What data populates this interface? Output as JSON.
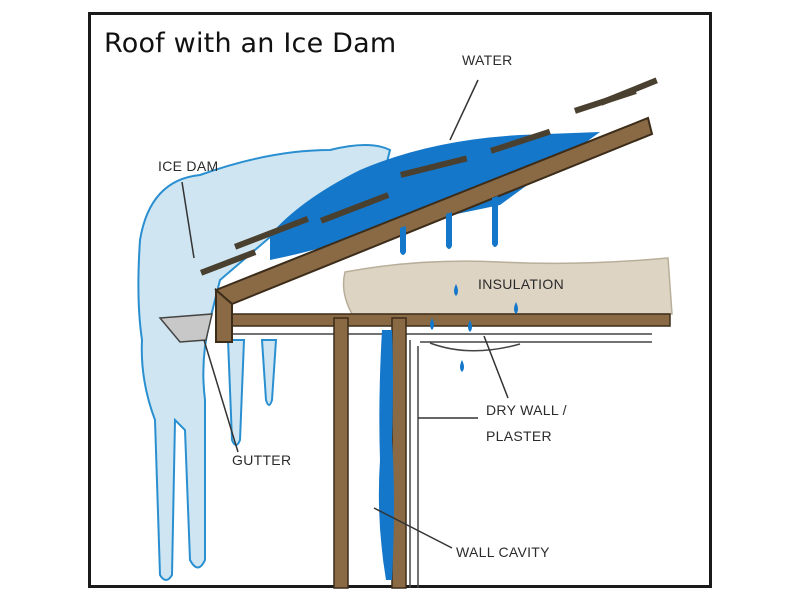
{
  "title": "Roof with an Ice Dam",
  "labels": {
    "water": "WATER",
    "ice_dam": "ICE DAM",
    "insulation": "INSULATION",
    "dry_wall_line1": "DRY WALL /",
    "dry_wall_line2": "PLASTER",
    "gutter": "GUTTER",
    "wall_cavity": "WALL CAVITY"
  },
  "colors": {
    "ice": "#cfe6f2",
    "ice_outline": "#2a8fd0",
    "water": "#1577c9",
    "roof_wood": "#8a6a44",
    "insulation": "#ddd4c4",
    "shingle": "#4a4030",
    "gutter": "#c8c8c8"
  }
}
